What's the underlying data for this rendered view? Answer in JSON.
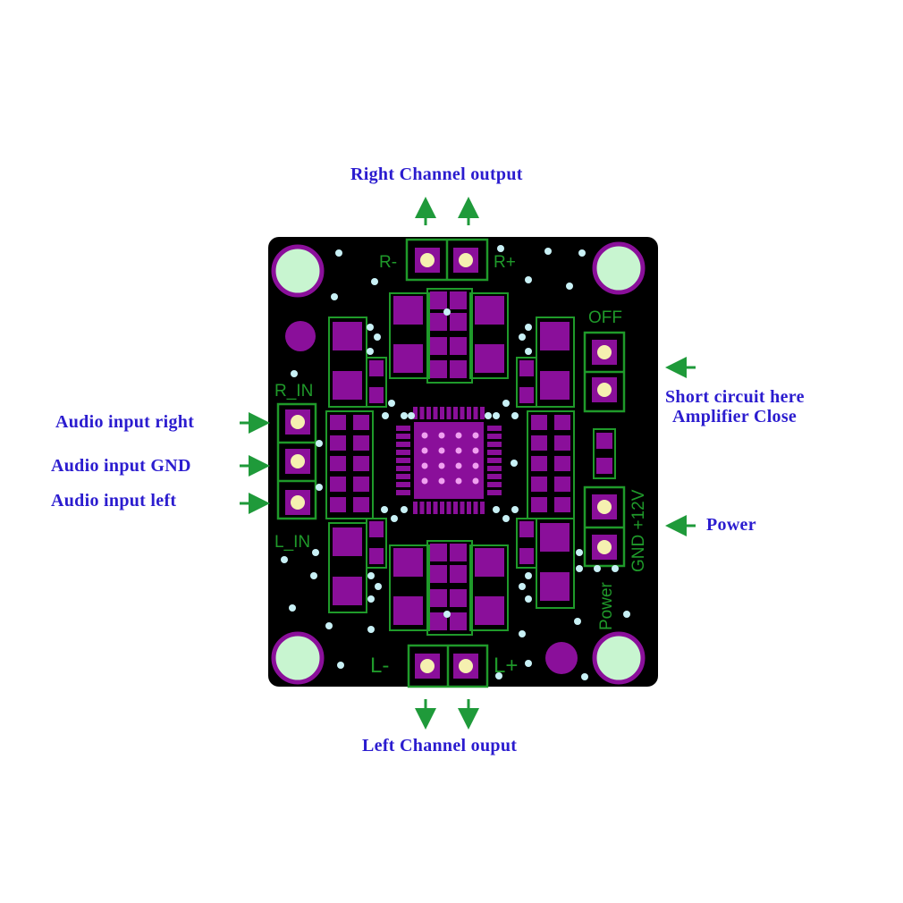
{
  "annotations": {
    "right_output": "Right Channel output",
    "left_output": "Left Channel ouput",
    "audio_right": "Audio input right",
    "audio_gnd": "Audio input GND",
    "audio_left": "Audio input left",
    "short_circuit_1": "Short circuit here",
    "short_circuit_2": "Amplifier Close",
    "power": "Power"
  },
  "board_silkscreen": {
    "r_minus": "R-",
    "r_plus": "R+",
    "l_minus": "L-",
    "l_plus": "L+",
    "r_in": "R_IN",
    "l_in": "L_IN",
    "off": "OFF",
    "gnd_12v": "GND +12V",
    "power": "Power"
  },
  "colors": {
    "label": "#2b1ccf",
    "arrow": "#1f9a3a",
    "board": "#000000",
    "pad": "#8a0f9a",
    "silk": "#1f9a2a",
    "hole": "#c8f5d0"
  }
}
